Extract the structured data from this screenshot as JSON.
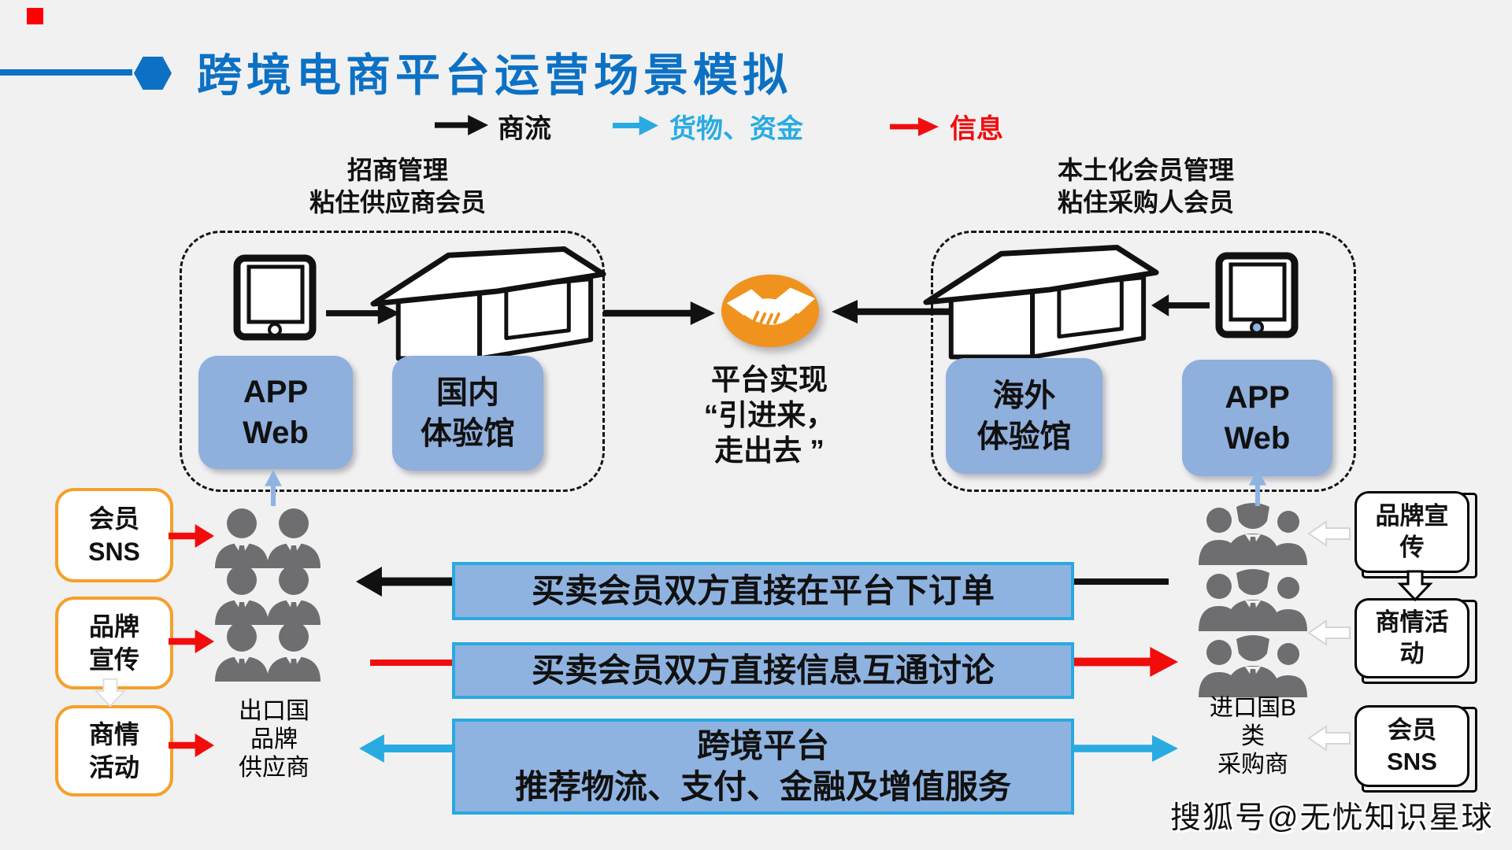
{
  "title": {
    "text": "跨境电商平台运营场景模拟"
  },
  "legend": {
    "flow_label": "商流",
    "goods_label": "货物、资金",
    "info_label": "信息"
  },
  "left_group": {
    "header_line1": "招商管理",
    "header_line2": "粘住供应商会员",
    "box1_line1": "APP",
    "box1_line2": "Web",
    "box2_line1": "国内",
    "box2_line2": "体验馆"
  },
  "right_group": {
    "header_line1": "本土化会员管理",
    "header_line2": "粘住采购人会员",
    "box1_line1": "海外",
    "box1_line2": "体验馆",
    "box2_line1": "APP",
    "box2_line2": "Web"
  },
  "center": {
    "line1": "平台实现",
    "line2": "“引进来，",
    "line3": "走出去 ”"
  },
  "left_column": {
    "box1_line1": "会员",
    "box1_line2": "SNS",
    "box2_line1": "品牌",
    "box2_line2": "宣传",
    "box3_line1": "商情",
    "box3_line2": "活动",
    "crowd_line1": "出口国",
    "crowd_line2": "品牌",
    "crowd_line3": "供应商"
  },
  "right_column": {
    "box1_line1": "品牌宣",
    "box1_line2": "传",
    "box2_line1": "商情活",
    "box2_line2": "动",
    "box3_line1": "会员",
    "box3_line2": "SNS",
    "crowd_line1": "进口国B",
    "crowd_line2": "类",
    "crowd_line3": "采购商"
  },
  "banners": {
    "b1": "买卖会员双方直接在平台下订单",
    "b2": "买卖会员双方直接信息互通讨论",
    "b3_line1": "跨境平台",
    "b3_line2": "推荐物流、支付、金融及增值服务"
  },
  "watermark": "搜狐号@无忧知识星球",
  "icons": [
    "hexagon-bullet-icon",
    "arrow-icon",
    "tablet-icon",
    "warehouse-icon",
    "handshake-icon",
    "house-icon",
    "businessman-icon",
    "people-group-icon"
  ],
  "colors": {
    "accent_blue": "#0C71C4",
    "cyan": "#29ABE2",
    "red": "#F20D0D",
    "box_blue": "#8FAFDC",
    "banner_blue": "#8FB3E0",
    "orange_border": "#F5A02B",
    "people_gray": "#6E6E71",
    "handshake_orange": "#F0921E",
    "background": "#F1F1F2"
  }
}
